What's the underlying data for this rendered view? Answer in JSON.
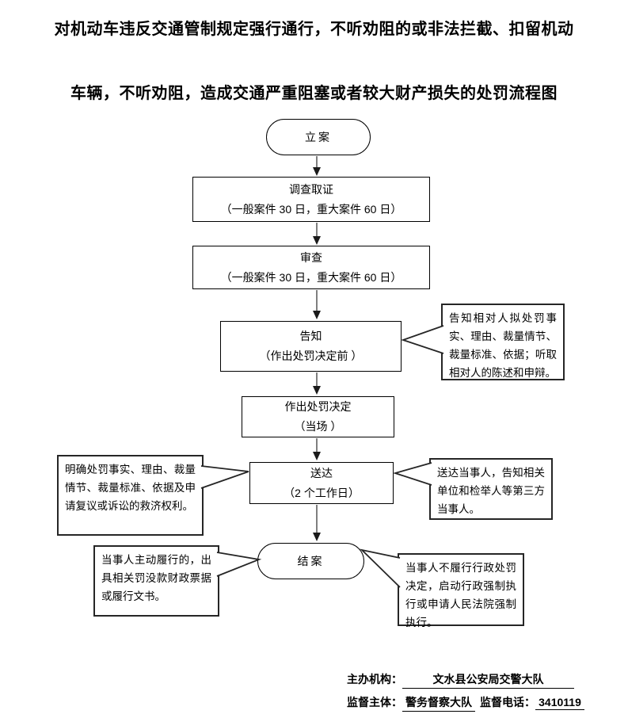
{
  "title": {
    "line1": "对机动车违反交通管制规定强行通行，不听劝阻的或非法拦截、扣留机动",
    "line2": "车辆，不听劝阻，造成交通严重阻塞或者较大财产损失的处罚流程图"
  },
  "flow": {
    "start": {
      "label": "立案"
    },
    "steps": [
      {
        "title": "调查取证",
        "subtitle": "（一般案件 30 日，重大案件 60 日）"
      },
      {
        "title": "审查",
        "subtitle": "（一般案件 30 日，重大案件 60 日）"
      },
      {
        "title": "告知",
        "subtitle": "（作出处罚决定前 ）"
      },
      {
        "title": "作出处罚决定",
        "subtitle": "（当场 ）"
      },
      {
        "title": "送达",
        "subtitle": "（2 个工作日）"
      }
    ],
    "end": {
      "label": "结案"
    }
  },
  "callouts": {
    "notify_right": "告知相对人拟处罚事实、理由、裁量情节、裁量标准、依据；听取相对人的陈述和申辩。",
    "deliver_left": "明确处罚事实、理由、裁量情节、裁量标准、依据及申请复议或诉讼的救济权利。",
    "deliver_right": "送达当事人，告知相关单位和检举人等第三方当事人。",
    "close_left": "当事人主动履行的，出具相关罚没款财政票据或履行文书。",
    "close_right": "当事人不履行行政处罚决定，启动行政强制执行或申请人民法院强制执行。"
  },
  "footer": {
    "organizer_label": "主办机构：",
    "organizer_value": "文水县公安局交警大队",
    "supervisor_label": "监督主体：",
    "supervisor_value": "警务督察大队",
    "phone_label": "监督电话：",
    "phone_value": "3410119"
  },
  "colors": {
    "text": "#000000",
    "border": "#000000",
    "arrow_shaft": "#7f7f7f",
    "arrow_head": "#1a1a1a",
    "background": "#ffffff"
  }
}
